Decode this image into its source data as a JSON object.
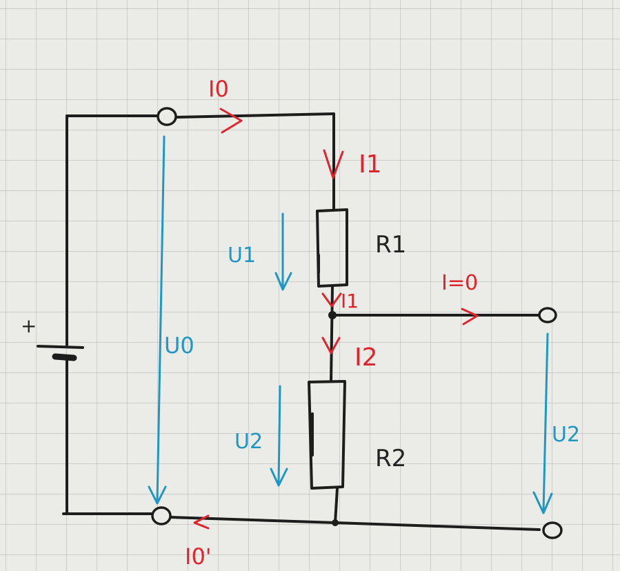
{
  "labels": {
    "i0": "I0",
    "i1_top": "I1",
    "i1_mid": "I1",
    "i2": "I2",
    "i_out": "I=0",
    "i0_prime": "I0'",
    "u0": "U0",
    "u1": "U1",
    "u2_left": "U2",
    "u2_right": "U2",
    "r1": "R1",
    "r2": "R2",
    "plus": "+"
  },
  "colors": {
    "wire": "#1d1d1d",
    "current": "#e0242c",
    "voltage": "#1f97c4"
  }
}
